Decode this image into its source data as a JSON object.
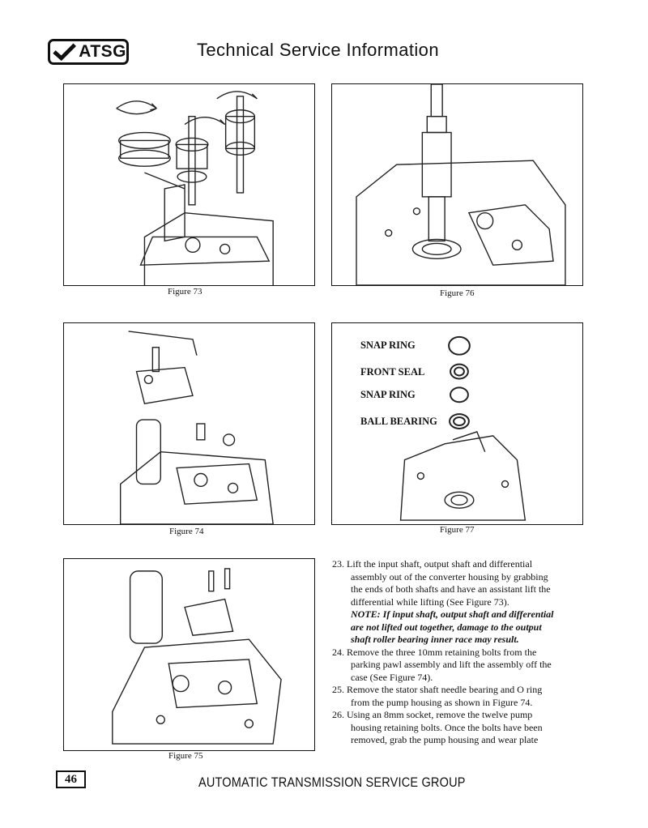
{
  "header": {
    "logo_text": "ATSG",
    "title": "Technical Service Information"
  },
  "figures": {
    "f73": "Figure 73",
    "f76": "Figure 76",
    "f74": "Figure 74",
    "f77": "Figure 77",
    "f75": "Figure 75"
  },
  "figure77_labels": {
    "snap_ring_1": "SNAP RING",
    "front_seal": "FRONT SEAL",
    "snap_ring_2": "SNAP RING",
    "ball_bearing": "BALL BEARING"
  },
  "body": {
    "s23_l1": "23. Lift the input shaft, output shaft and differential",
    "s23_l2": "assembly out of the converter housing by grabbing",
    "s23_l3": "the ends of both shafts and have an assistant lift the",
    "s23_l4": "differential while lifting (See Figure 73).",
    "note_l1": "NOTE: If input shaft, output shaft and differential",
    "note_l2": "are not lifted out together, damage to the output",
    "note_l3": "shaft roller bearing inner race may result.",
    "s24_l1": "24. Remove the three 10mm retaining bolts from the",
    "s24_l2": "parking pawl assembly and lift the assembly off the",
    "s24_l3": "case (See Figure 74).",
    "s25_l1": "25. Remove the stator shaft needle bearing and O ring",
    "s25_l2": "from the pump housing as shown in Figure 74.",
    "s26_l1": "26. Using an 8mm socket, remove the twelve pump",
    "s26_l2": "housing retaining bolts. Once the bolts have been",
    "s26_l3": "removed, grab the pump housing and wear plate"
  },
  "footer": {
    "page_number": "46",
    "text": "AUTOMATIC TRANSMISSION SERVICE GROUP"
  }
}
